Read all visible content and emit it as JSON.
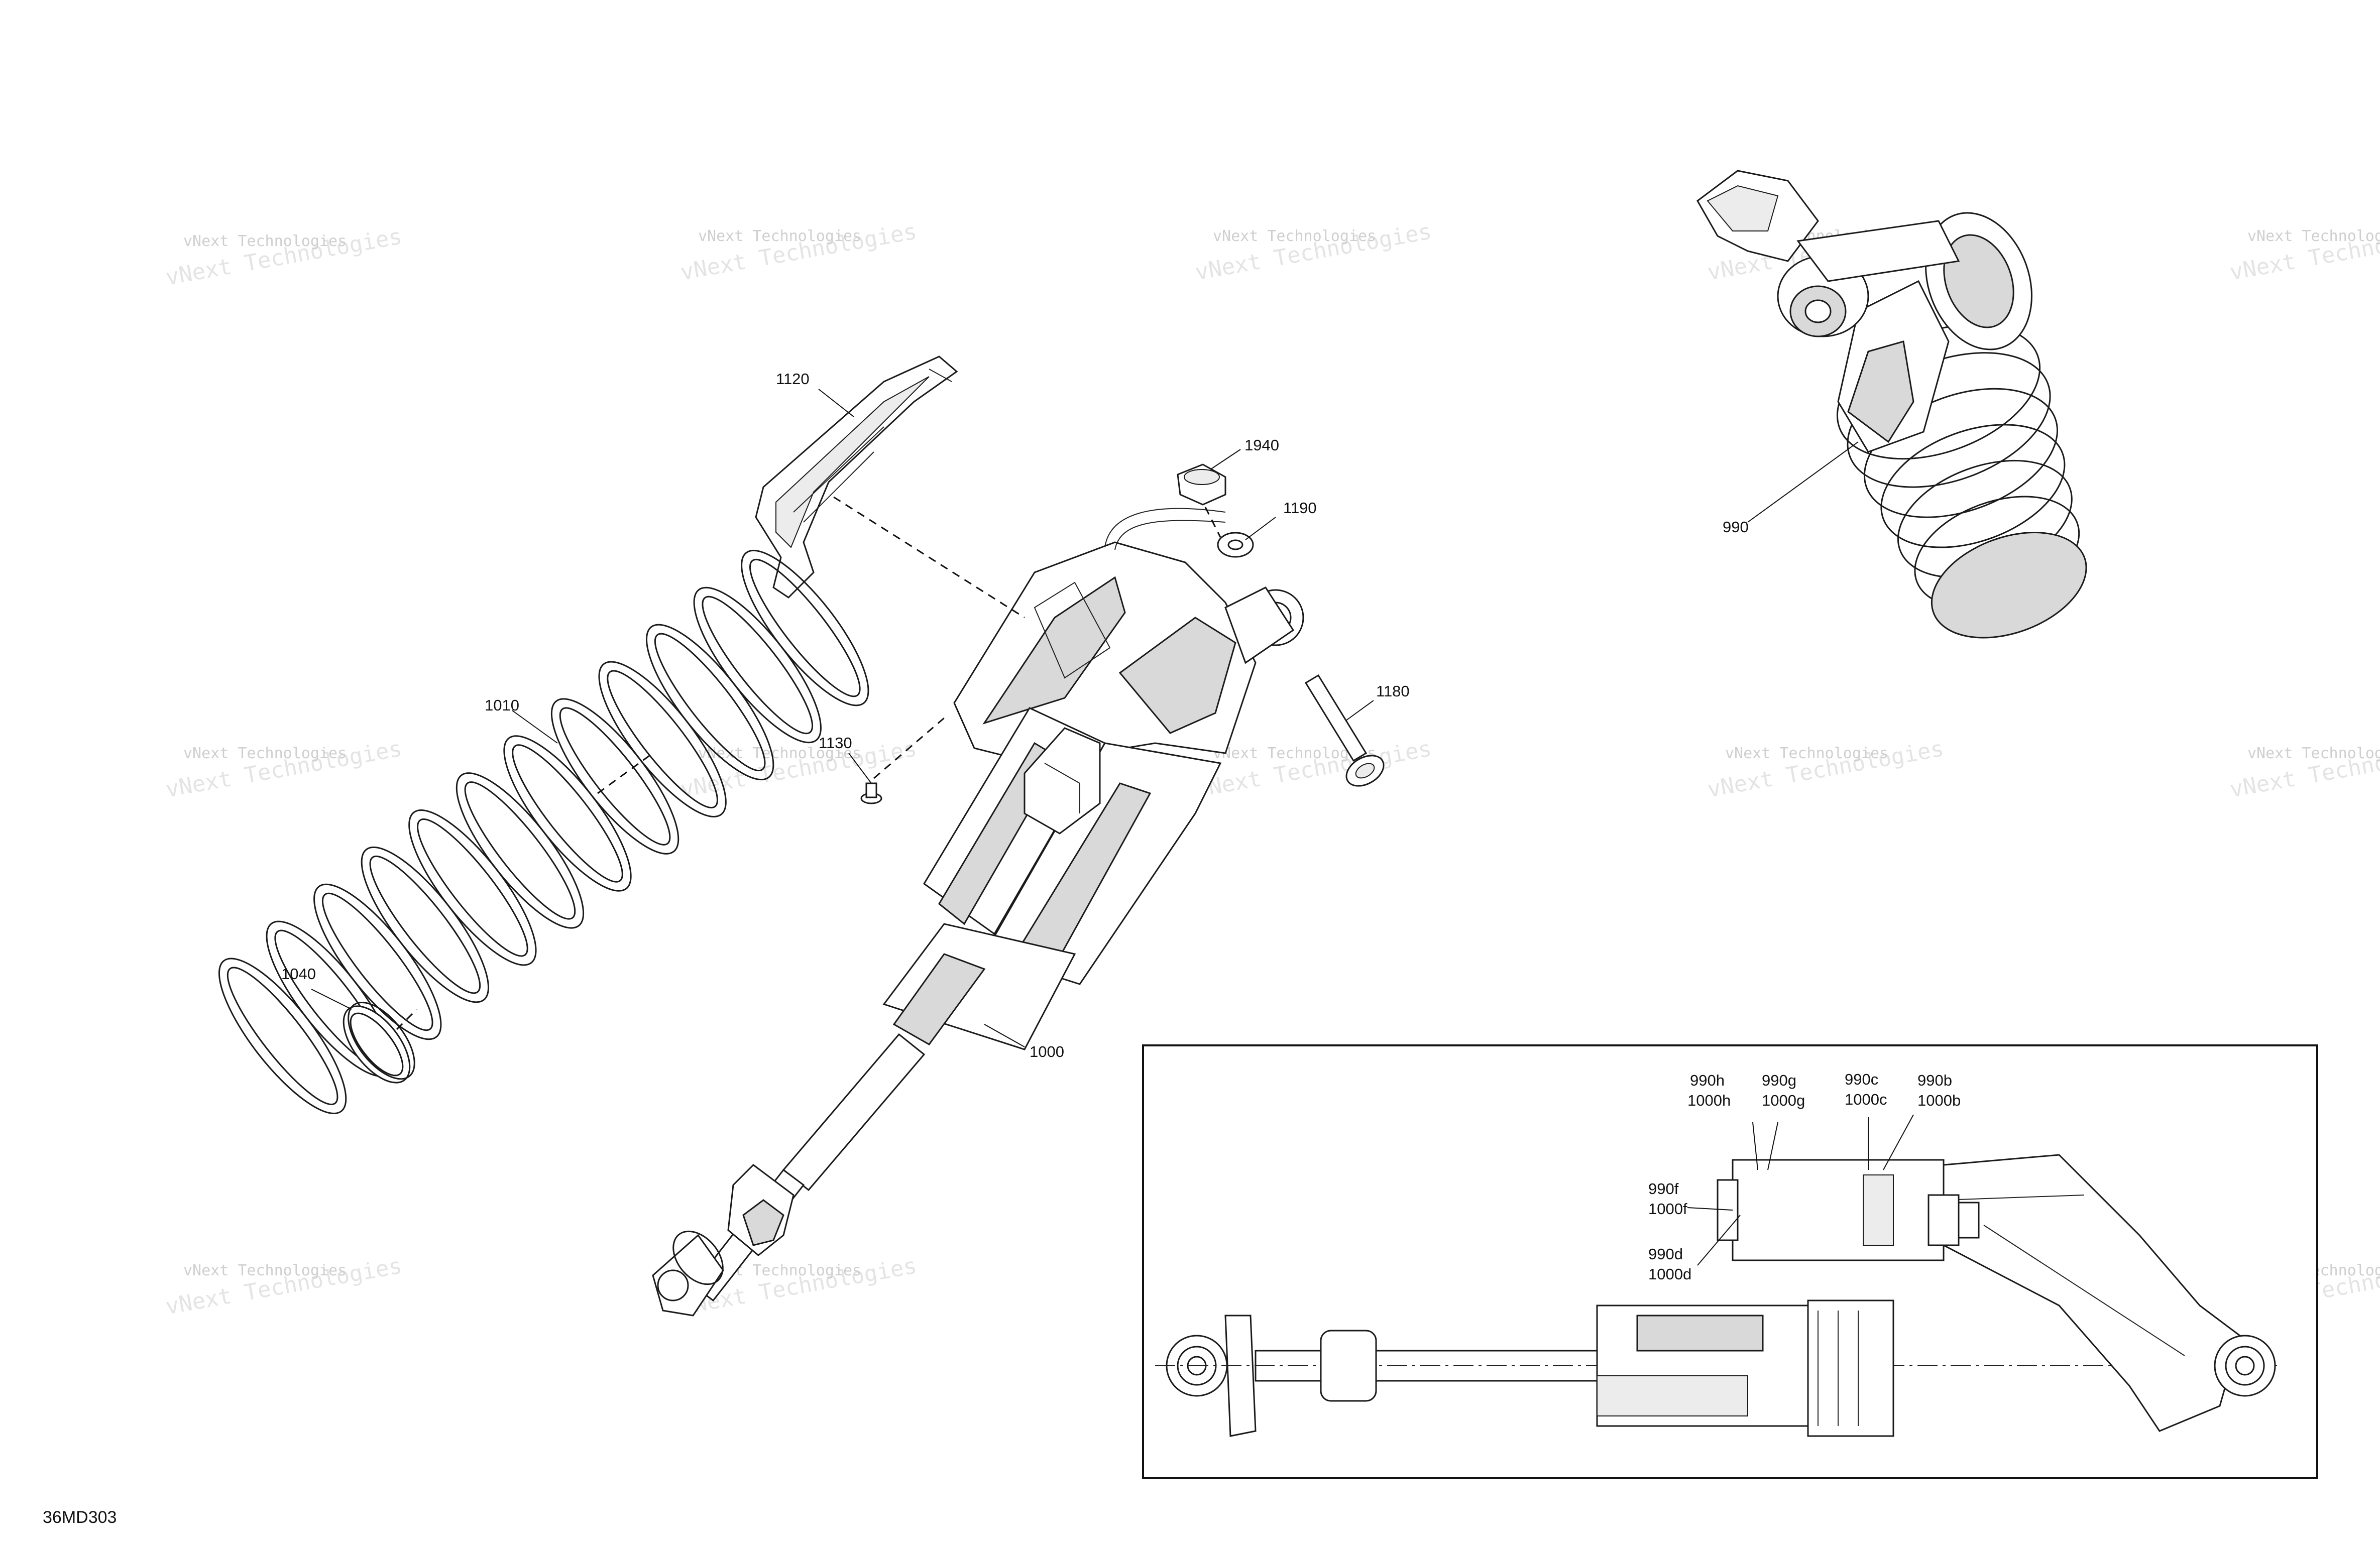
{
  "watermark": {
    "line1": "vNext Technologies",
    "line2": "vNext Technologies"
  },
  "callouts": {
    "p1120": "1120",
    "p1940": "1940",
    "p1190": "1190",
    "p1180": "1180",
    "p1010": "1010",
    "p1130": "1130",
    "p1040": "1040",
    "p1000": "1000",
    "p990": "990"
  },
  "detail": {
    "labels": [
      {
        "top": "990h",
        "bottom": "1000h"
      },
      {
        "top": "990g",
        "bottom": "1000g"
      },
      {
        "top": "990c",
        "bottom": "1000c"
      },
      {
        "top": "990b",
        "bottom": "1000b"
      },
      {
        "top": "990f",
        "bottom": "1000f"
      },
      {
        "top": "990d",
        "bottom": "1000d"
      }
    ]
  },
  "figure_code": "36MD303"
}
